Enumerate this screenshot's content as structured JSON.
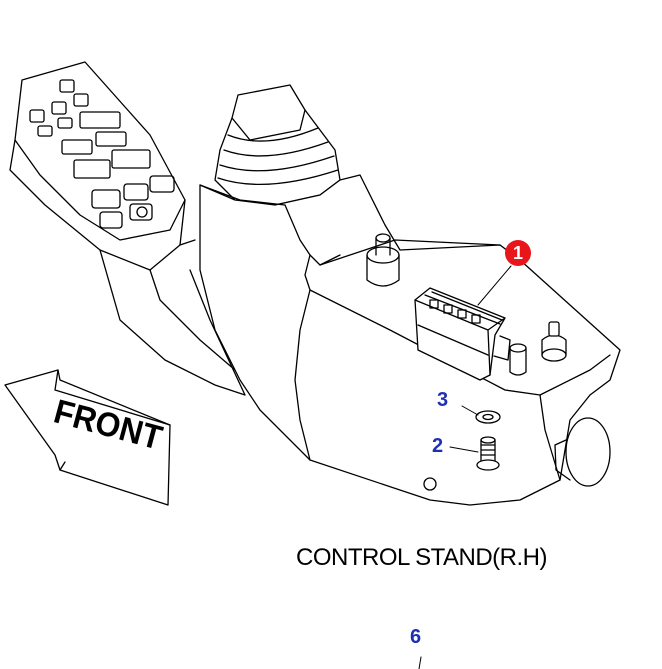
{
  "diagram": {
    "caption": "CONTROL STAND(R.H)",
    "arrow_label": "FRONT",
    "page_number": "6",
    "callouts": [
      {
        "id": "1",
        "style": "badge"
      },
      {
        "id": "2",
        "style": "number"
      },
      {
        "id": "3",
        "style": "number"
      }
    ]
  },
  "colors": {
    "line": "#000000",
    "callout_number": "#1f2fb4",
    "callout_badge": "#e8151b",
    "page_number": "#1f2fb4"
  }
}
